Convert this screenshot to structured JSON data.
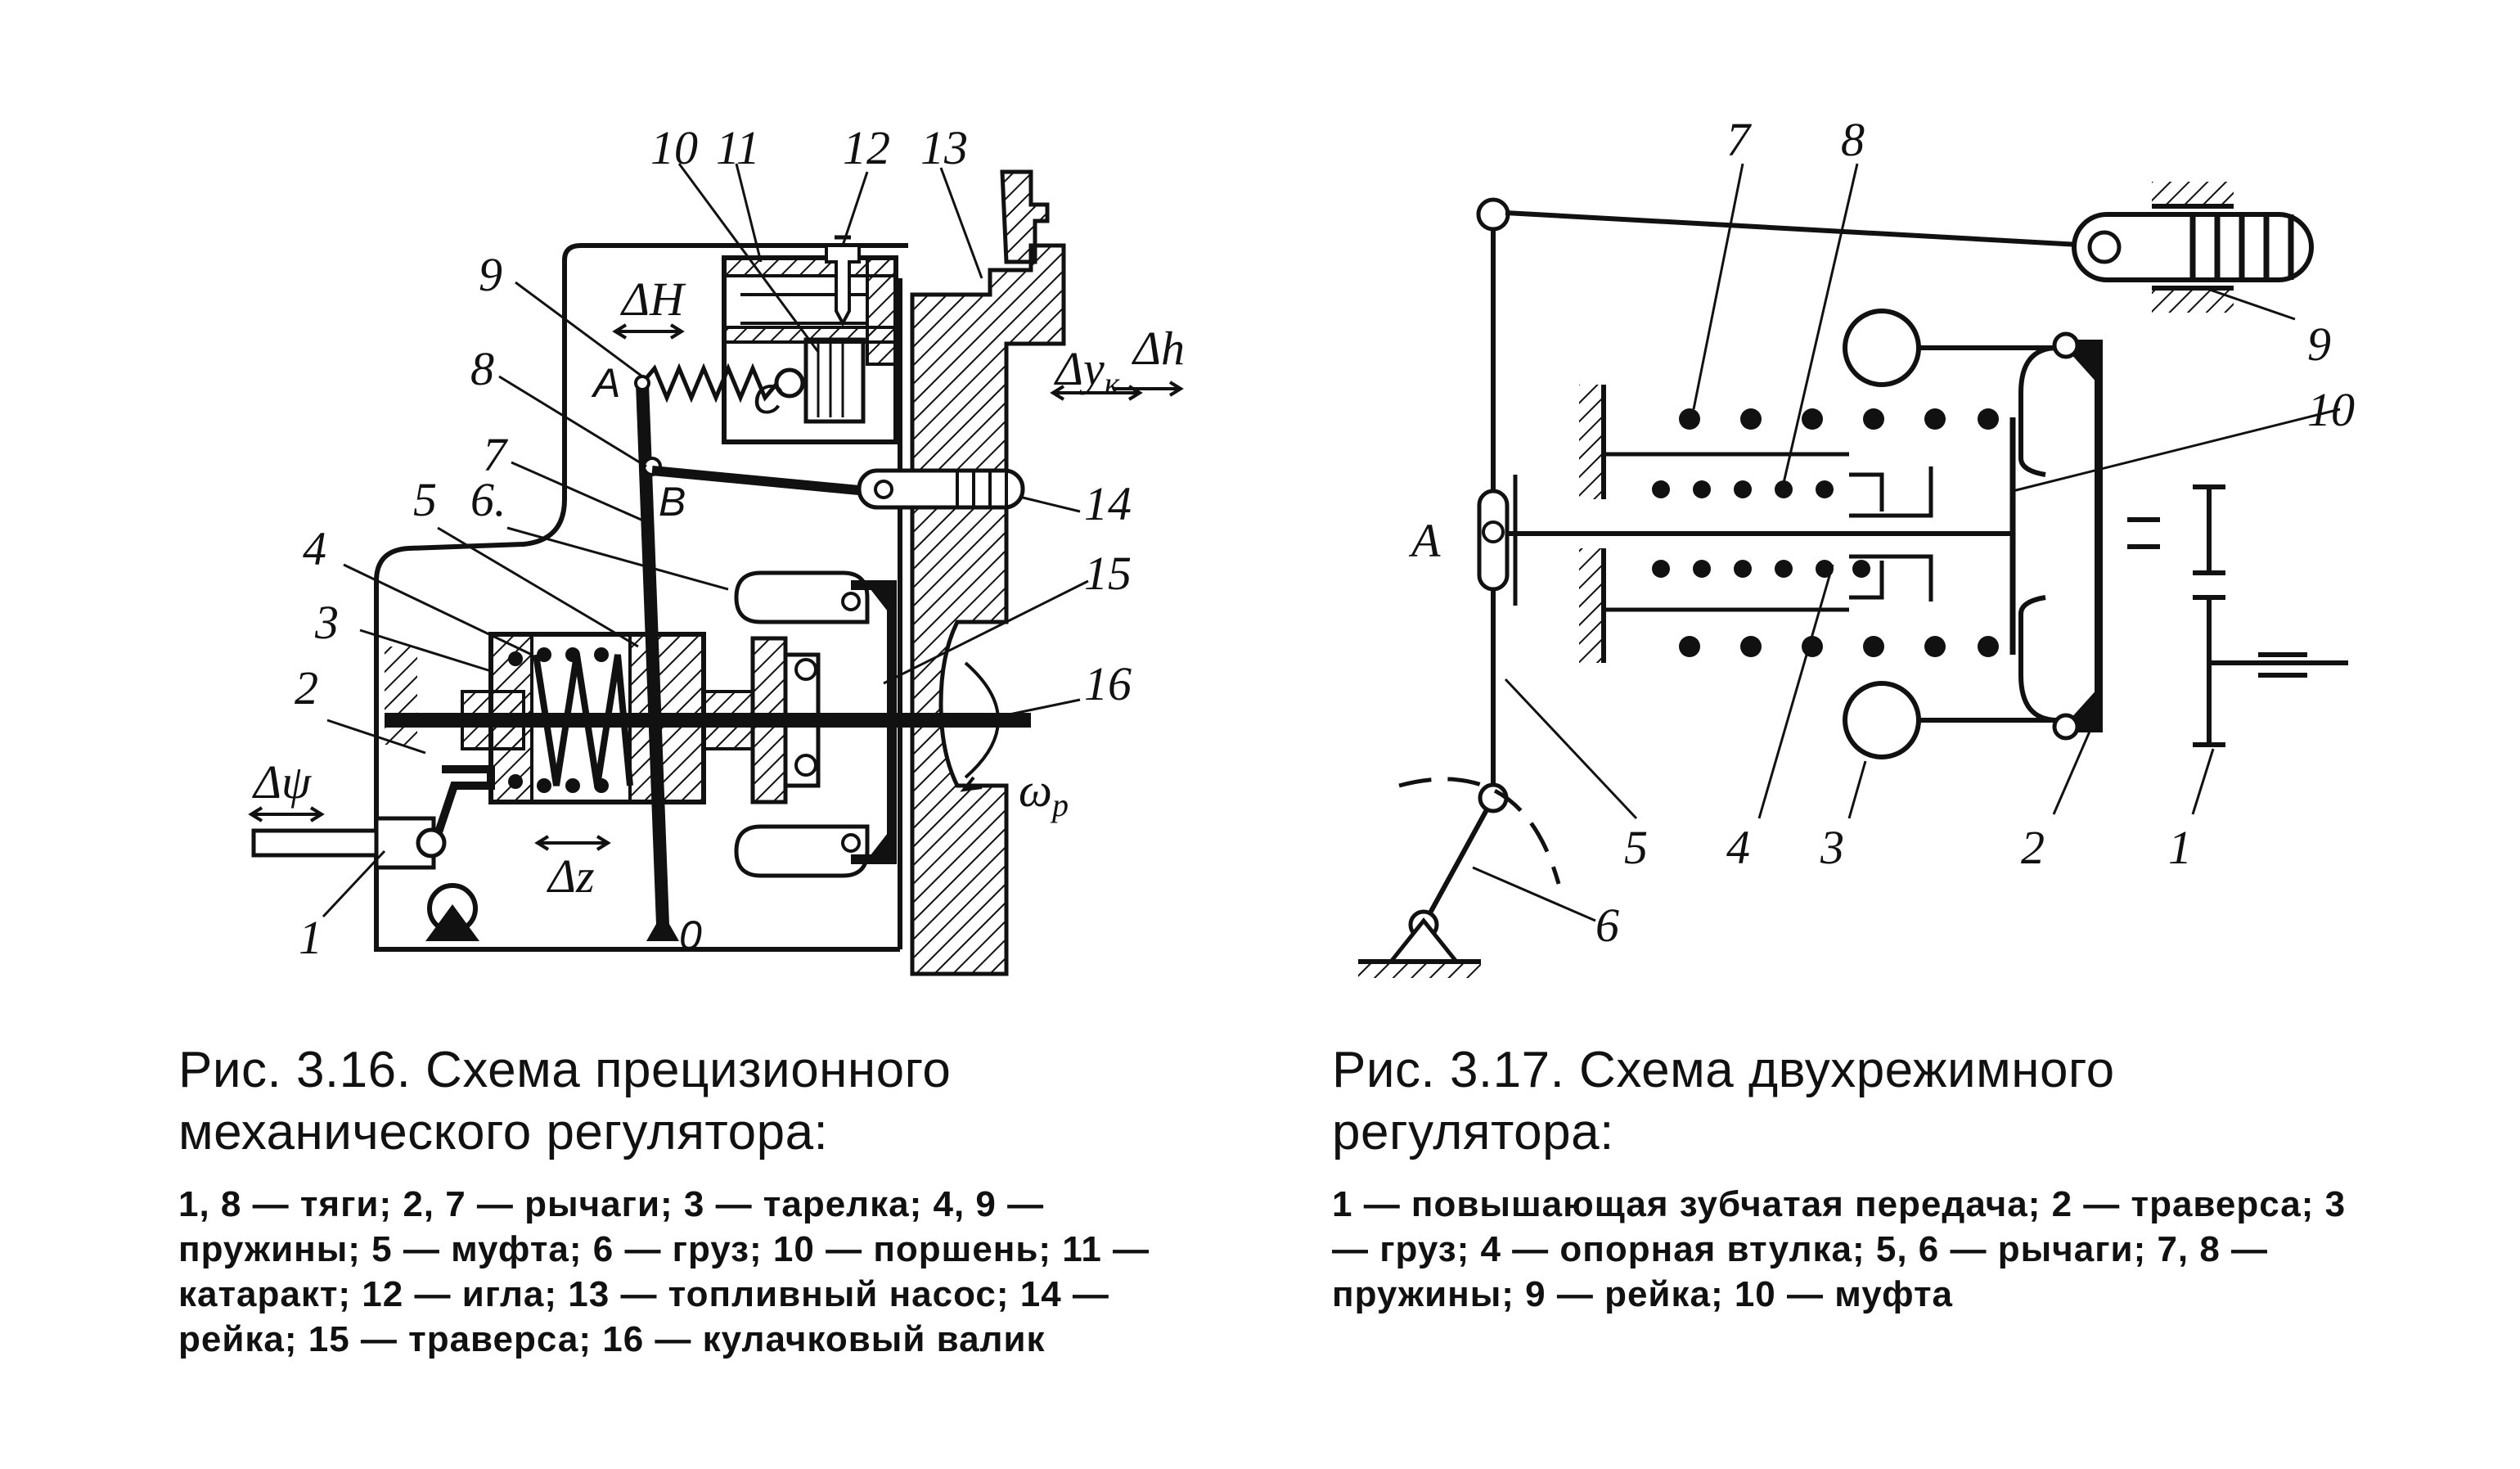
{
  "figure_316": {
    "caption_title": "Рис. 3.16. Схема прецизионного механического регулятора:",
    "legend": "1, 8 — тяги; 2, 7 — рычаги; 3 — тарелка; 4, 9 — пружины; 5 — муфта; 6 — груз; 10 — поршень; 11 — катаракт; 12 — игла; 13 — топливный насос; 14 — рейка; 15 — траверса; 16 — кулачковый валик",
    "labels": {
      "n1": "1",
      "n2": "2",
      "n3": "3",
      "n4": "4",
      "n5": "5",
      "n6": "6.",
      "n7": "7",
      "n8": "8",
      "n9": "9",
      "n10": "10",
      "n11": "11",
      "n12": "12",
      "n13": "13",
      "n14": "14",
      "n15": "15",
      "n16": "16",
      "pointA": "A",
      "pointB": "B",
      "pointC": "C",
      "pointO": "0",
      "dH": "ΔH",
      "dh": "Δh",
      "dyk": "Δy",
      "dyk_sub": "к",
      "dpsi": "Δψ",
      "dz": "Δz",
      "omega": "ω",
      "omega_sub": "р"
    }
  },
  "figure_317": {
    "caption_title": "Рис. 3.17. Схема двухрежимного регулятора:",
    "legend": "1 — повышающая зубчатая передача; 2 — траверса; 3 — груз; 4 — опорная втулка; 5, 6 — рычаги; 7, 8 — пружины; 9 — рейка; 10 — муфта",
    "labels": {
      "n1": "1",
      "n2": "2",
      "n3": "3",
      "n4": "4",
      "n5": "5",
      "n6": "6",
      "n7": "7",
      "n8": "8",
      "n9": "9",
      "n10": "10",
      "pointA": "A"
    }
  }
}
